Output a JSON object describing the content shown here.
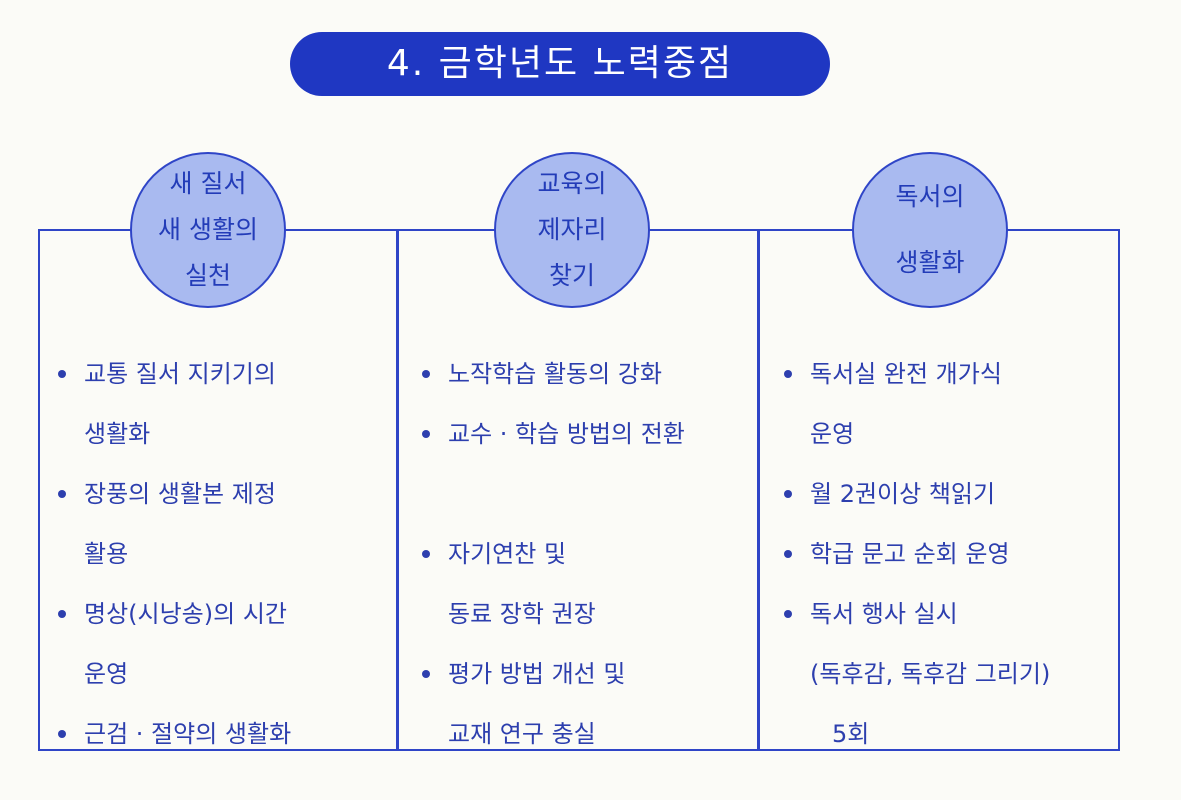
{
  "title": "4. 금학년도 노력중점",
  "columns": [
    {
      "heading": [
        "새 질서",
        "새 생활의",
        "실천"
      ],
      "items": [
        [
          "교통 질서 지키기의",
          "생활화"
        ],
        [
          "장풍의 생활본 제정",
          "활용"
        ],
        [
          "명상(시낭송)의 시간",
          "운영"
        ],
        [
          "근검 · 절약의 생활화"
        ]
      ]
    },
    {
      "heading": [
        "교육의",
        "제자리",
        "찾기"
      ],
      "items": [
        [
          "노작학습 활동의 강화"
        ],
        [
          "교수 · 학습 방법의 전환"
        ],
        [
          "자기연찬 및",
          "동료 장학 권장"
        ],
        [
          "평가 방법 개선 및",
          "교재 연구 충실"
        ]
      ]
    },
    {
      "heading": [
        "독서의",
        "생활화"
      ],
      "items": [
        [
          "독서실 완전 개가식",
          "운영"
        ],
        [
          "월 2권이상 책읽기"
        ],
        [
          "학급 문고 순회 운영"
        ],
        [
          "독서 행사 실시",
          "(독후감, 독후감 그리기)",
          "5회"
        ]
      ]
    }
  ]
}
